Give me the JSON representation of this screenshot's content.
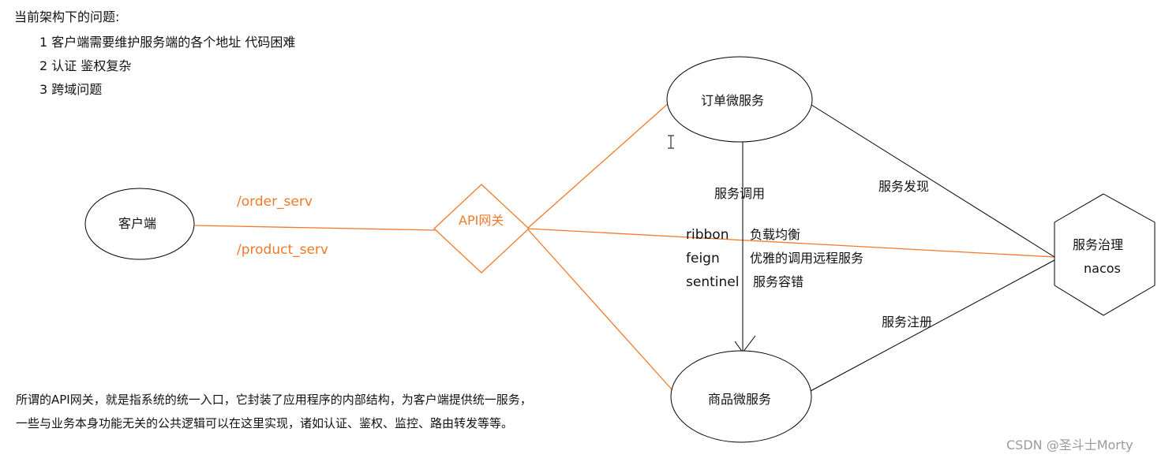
{
  "heading": "当前架构下的问题:",
  "problems": [
    "1  客户端需要维护服务端的各个地址  代码困难",
    "2  认证 鉴权复杂",
    "3  跨域问题"
  ],
  "nodes": {
    "client": "客户端",
    "gateway": "API网关",
    "order_service": "订单微服务",
    "product_service": "商品微服务",
    "governance_line1": "服务治理",
    "governance_line2": "nacos"
  },
  "routes": {
    "order": "/order_serv",
    "product": "/product_serv"
  },
  "edge_labels": {
    "service_call": "服务调用",
    "service_discovery": "服务发现",
    "service_registration": "服务注册"
  },
  "components": [
    {
      "name": "ribbon",
      "desc": "负载均衡"
    },
    {
      "name": "feign",
      "desc": "优雅的调用远程服务"
    },
    {
      "name": "sentinel",
      "desc": "服务容错"
    }
  ],
  "description": [
    "所谓的API网关，就是指系统的统一入口，它封装了应用程序的内部结构，为客户端提供统一服务，",
    "一些与业务本身功能无关的公共逻辑可以在这里实现，诸如认证、鉴权、监控、路由转发等等。"
  ],
  "watermark": "CSDN @圣斗士Morty",
  "colors": {
    "gateway_lines": "#f07a2a",
    "lines": "#000000"
  }
}
